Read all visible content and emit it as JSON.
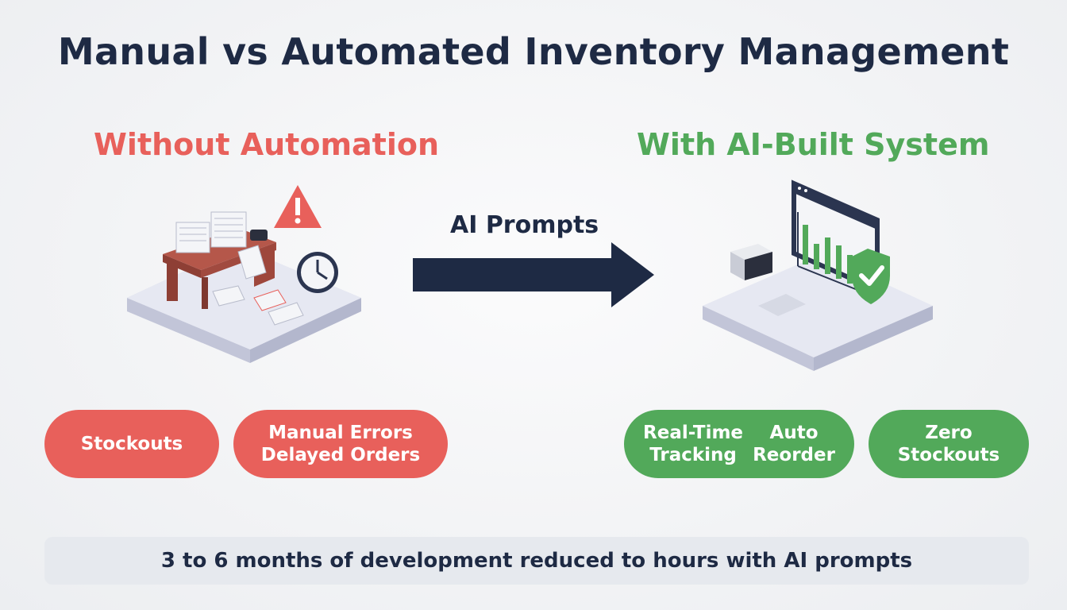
{
  "title": "Manual vs Automated Inventory Management",
  "left": {
    "heading": "Without Automation",
    "pills": [
      {
        "lines": [
          "Stockouts"
        ]
      },
      {
        "lines": [
          "Manual Errors",
          "Delayed Orders"
        ]
      }
    ],
    "icons": [
      "cluttered-desk-icon",
      "warning-triangle-icon",
      "clock-icon",
      "paper-stack-icon"
    ]
  },
  "center": {
    "label": "AI Prompts",
    "icon": "right-arrow-icon"
  },
  "right": {
    "heading": "With AI-Built System",
    "pills": [
      {
        "groups": [
          [
            "Real-Time",
            "Tracking"
          ],
          [
            "Auto",
            "Reorder"
          ]
        ]
      },
      {
        "lines": [
          "Zero",
          "Stockouts"
        ]
      }
    ],
    "icons": [
      "dashboard-monitor-icon",
      "bar-chart-icon",
      "shield-check-icon",
      "scanner-device-icon"
    ]
  },
  "footer": "3 to 6 months of development reduced to hours with AI prompts",
  "colors": {
    "title": "#1e2a44",
    "negative": "#e8605b",
    "positive": "#52a95a",
    "arrow": "#1e2a44",
    "footer_bg": "#e6e9ee"
  }
}
